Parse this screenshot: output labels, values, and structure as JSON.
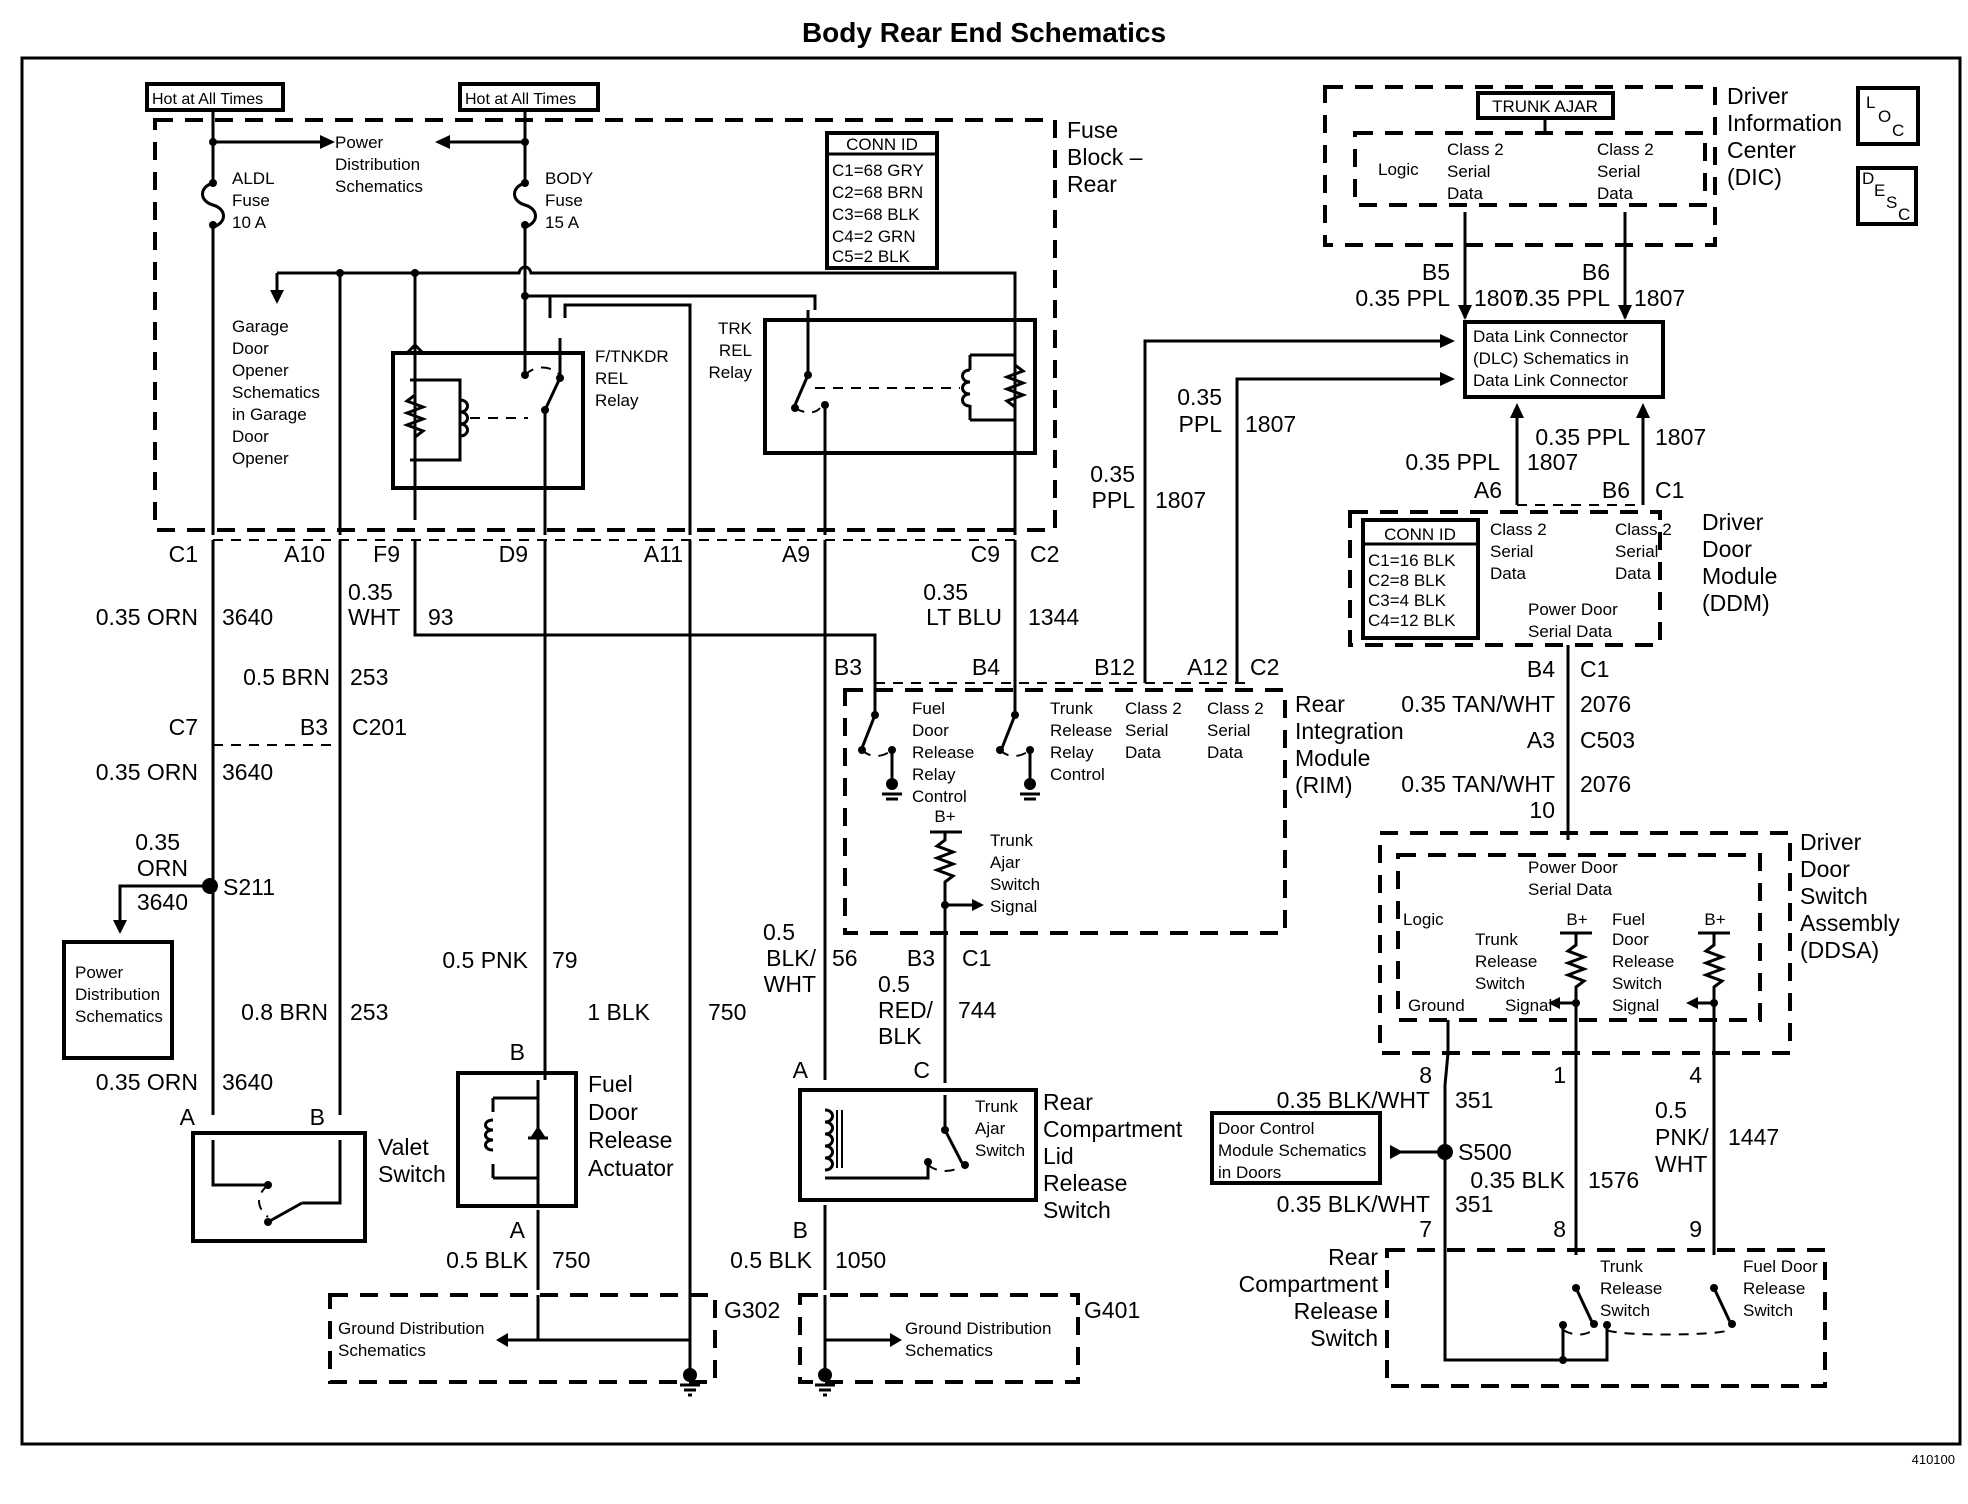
{
  "title": "Body Rear End Schematics",
  "figure_id": "410100",
  "icons": {
    "loc": [
      "L",
      "O",
      "C"
    ],
    "desc": [
      "D",
      "E",
      "S",
      "C"
    ]
  },
  "fuse_block": {
    "name": [
      "Fuse",
      "Block –",
      "Rear"
    ],
    "hot_labels": [
      "Hot at All Times",
      "Hot at All Times"
    ],
    "power_dist": [
      "Power",
      "Distribution",
      "Schematics"
    ],
    "aldl_fuse": [
      "ALDL",
      "Fuse",
      "10 A"
    ],
    "body_fuse": [
      "BODY",
      "Fuse",
      "15 A"
    ],
    "garage": [
      "Garage",
      "Door",
      "Opener",
      "Schematics",
      "in Garage",
      "Door",
      "Opener"
    ],
    "ftnkdr_relay": [
      "F/TNKDR",
      "REL",
      "Relay"
    ],
    "trk_relay": [
      "TRK",
      "REL",
      "Relay"
    ],
    "conn_id": {
      "header": "CONN ID",
      "rows": [
        "C1=68 GRY",
        "C2=68 BRN",
        "C3=68 BLK",
        "C4=2 GRN",
        "C5=2 BLK"
      ]
    },
    "pins": [
      "C1",
      "A10",
      "F9",
      "D9",
      "A11",
      "A9",
      "C9",
      "C2"
    ]
  },
  "dic": {
    "name": [
      "Driver",
      "Information",
      "Center",
      "(DIC)"
    ],
    "trunk_ajar": "TRUNK AJAR",
    "logic": "Logic",
    "serial_left": [
      "Class 2",
      "Serial",
      "Data"
    ],
    "serial_right": [
      "Class 2",
      "Serial",
      "Data"
    ],
    "pins": [
      "B5",
      "B6"
    ],
    "wires": [
      {
        "gauge": "0.35 PPL",
        "circuit": "1807"
      },
      {
        "gauge": "0.35 PPL",
        "circuit": "1807"
      }
    ]
  },
  "dlc": [
    "Data Link Connector",
    "(DLC) Schematics in",
    "Data Link Connector"
  ],
  "rim_wires_to_dlc": [
    {
      "gauge": [
        "0.35",
        "PPL"
      ],
      "circuit": "1807"
    },
    {
      "gauge": [
        "0.35",
        "PPL"
      ],
      "circuit": "1807"
    }
  ],
  "ddm": {
    "name": [
      "Driver",
      "Door",
      "Module",
      "(DDM)"
    ],
    "wires_up": [
      {
        "gauge": "0.35 PPL",
        "circuit": "1807"
      },
      {
        "gauge": "0.35 PPL",
        "circuit": "1807"
      }
    ],
    "pins_top": [
      "A6",
      "B6",
      "C1"
    ],
    "conn_id": {
      "header": "CONN ID",
      "rows": [
        "C1=16 BLK",
        "C2=8 BLK",
        "C3=4 BLK",
        "C4=12 BLK"
      ]
    },
    "serial_left": [
      "Class 2",
      "Serial",
      "Data"
    ],
    "serial_right": [
      "Class 2",
      "Serial",
      "Data"
    ],
    "power_door": [
      "Power Door",
      "Serial Data"
    ],
    "pins_bottom": [
      "B4",
      "C1"
    ],
    "wire_1": {
      "gauge": "0.35 TAN/WHT",
      "circuit": "2076"
    },
    "c503": [
      "A3",
      "C503"
    ],
    "wire_2": {
      "gauge": "0.35 TAN/WHT",
      "circuit": "2076"
    },
    "pin_10": "10"
  },
  "rim": {
    "name": [
      "Rear",
      "Integration",
      "Module",
      "(RIM)"
    ],
    "pins_top": [
      "B3",
      "B4",
      "B12",
      "A12",
      "C2"
    ],
    "fuel_door_relay": [
      "Fuel",
      "Door",
      "Release",
      "Relay",
      "Control"
    ],
    "trunk_relay": [
      "Trunk",
      "Release",
      "Relay",
      "Control"
    ],
    "serial_1": [
      "Class 2",
      "Serial",
      "Data"
    ],
    "serial_2": [
      "Class 2",
      "Serial",
      "Data"
    ],
    "b_plus": "B+",
    "trunk_ajar_signal": [
      "Trunk",
      "Ajar",
      "Switch",
      "Signal"
    ],
    "pins_bottom": [
      "B3",
      "C1"
    ]
  },
  "left_wires": {
    "c1_wire": {
      "gauge": "0.35 ORN",
      "circuit": "3640"
    },
    "a10_wire": {
      "gauge": "0.5 BRN",
      "circuit": "253"
    },
    "f9_wire": {
      "gauge": [
        "0.35",
        "WHT"
      ],
      "circuit": "93"
    },
    "c9_wire": {
      "gauge": [
        "0.35",
        "LT BLU"
      ],
      "circuit": "1344"
    },
    "c201": [
      "C7",
      "B3",
      "C201"
    ],
    "c7_wire": {
      "gauge": "0.35 ORN",
      "circuit": "3640"
    },
    "s211": "S211",
    "s211_branch": {
      "gauge": [
        "0.35",
        "ORN"
      ],
      "circuit": "3640"
    },
    "power_dist_box": [
      "Power",
      "Distribution",
      "Schematics"
    ],
    "brn_08": {
      "gauge": "0.8 BRN",
      "circuit": "253"
    },
    "orn_valet": {
      "gauge": "0.35 ORN",
      "circuit": "3640"
    },
    "valet_pins": [
      "A",
      "B"
    ],
    "valet": [
      "Valet",
      "Switch"
    ]
  },
  "fuel_door": {
    "pnk": {
      "gauge": "0.5 PNK",
      "circuit": "79"
    },
    "pin_b": "B",
    "name": [
      "Fuel",
      "Door",
      "Release",
      "Actuator"
    ],
    "pin_a": "A",
    "blk": {
      "gauge": "0.5 BLK",
      "circuit": "750"
    },
    "blk1": {
      "gauge": "1 BLK",
      "circuit": "750"
    }
  },
  "rear_lid": {
    "blkwht": {
      "gauge": [
        "0.5",
        "BLK/",
        "WHT"
      ],
      "circuit": "56"
    },
    "redblk": {
      "gauge": [
        "0.5",
        "RED/",
        "BLK"
      ],
      "circuit": "744"
    },
    "pins": [
      "A",
      "C",
      "B"
    ],
    "trunk_ajar": [
      "Trunk",
      "Ajar",
      "Switch"
    ],
    "name": [
      "Rear",
      "Compartment",
      "Lid",
      "Release",
      "Switch"
    ],
    "blk": {
      "gauge": "0.5 BLK",
      "circuit": "1050"
    }
  },
  "grounds": {
    "g302": "G302",
    "g401": "G401",
    "left_text": [
      "Ground Distribution",
      "Schematics"
    ],
    "right_text": [
      "Ground Distribution",
      "Schematics"
    ]
  },
  "ddsa": {
    "name": [
      "Driver",
      "Door",
      "Switch",
      "Assembly",
      "(DDSA)"
    ],
    "power_door": [
      "Power Door",
      "Serial Data"
    ],
    "logic": "Logic",
    "ground": "Ground",
    "trunk_signal": [
      "Trunk",
      "Release",
      "Switch",
      "Signal"
    ],
    "fuel_signal": [
      "Fuel",
      "Door",
      "Release",
      "Switch",
      "Signal"
    ],
    "b_plus": [
      "B+",
      "B+"
    ],
    "pins_bottom": [
      "8",
      "1",
      "4"
    ]
  },
  "lower_right": {
    "w351_top": {
      "gauge": "0.35 BLK/WHT",
      "circuit": "351"
    },
    "s500": "S500",
    "door_ctrl": [
      "Door Control",
      "Module Schematics",
      "in Doors"
    ],
    "w1576": {
      "gauge": "0.35 BLK",
      "circuit": "1576"
    },
    "w1447": {
      "gauge": [
        "0.5",
        "PNK/",
        "WHT"
      ],
      "circuit": "1447"
    },
    "w351_bot": {
      "gauge": "0.35 BLK/WHT",
      "circuit": "351"
    },
    "pins": [
      "7",
      "8",
      "9"
    ],
    "switch_name": [
      "Rear",
      "Compartment",
      "Release",
      "Switch"
    ],
    "trunk_sw": [
      "Trunk",
      "Release",
      "Switch"
    ],
    "fuel_sw": [
      "Fuel Door",
      "Release",
      "Switch"
    ]
  }
}
